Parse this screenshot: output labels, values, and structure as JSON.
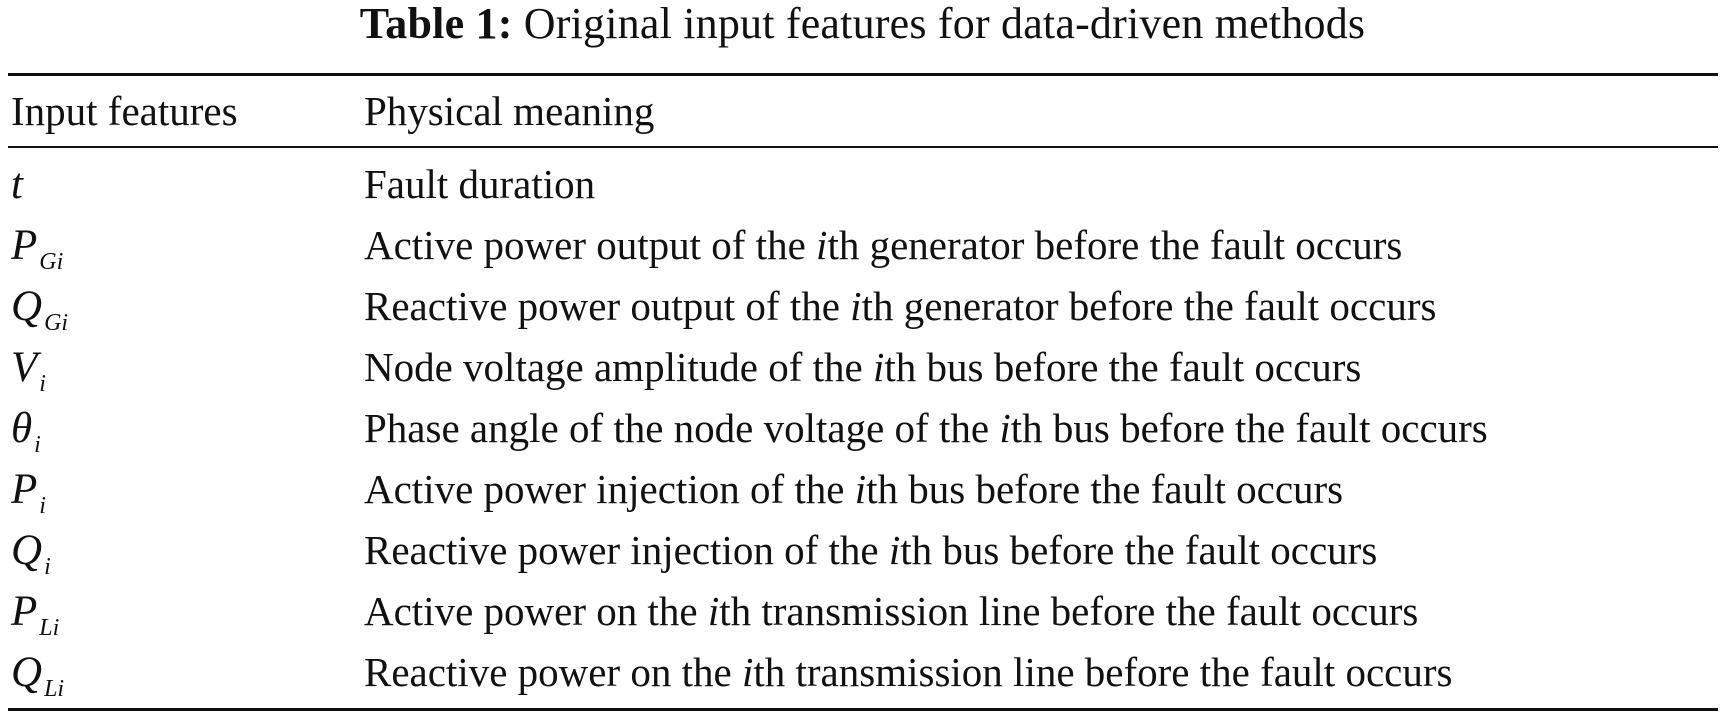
{
  "caption": {
    "label": "Table 1:",
    "text": "Original input features for data-driven methods"
  },
  "table": {
    "headers": [
      "Input features",
      "Physical meaning"
    ],
    "rows": [
      {
        "symbol": "t",
        "subscript": "",
        "meaning_before": "Fault duration",
        "meaning_italic": "",
        "meaning_after": ""
      },
      {
        "symbol": "P",
        "subscript": "Gi",
        "meaning_before": "Active power output of the ",
        "meaning_italic": "i",
        "meaning_after": "th generator before the fault occurs"
      },
      {
        "symbol": "Q",
        "subscript": "Gi",
        "meaning_before": "Reactive power output of the ",
        "meaning_italic": "i",
        "meaning_after": "th generator before the fault occurs"
      },
      {
        "symbol": "V",
        "subscript": "i",
        "meaning_before": "Node voltage amplitude of the ",
        "meaning_italic": "i",
        "meaning_after": "th bus before the fault occurs"
      },
      {
        "symbol": "θ",
        "subscript": "i",
        "meaning_before": "Phase angle of the node voltage of the ",
        "meaning_italic": "i",
        "meaning_after": "th bus before the fault occurs"
      },
      {
        "symbol": "P",
        "subscript": "i",
        "meaning_before": "Active power injection of the ",
        "meaning_italic": "i",
        "meaning_after": "th bus before the fault occurs"
      },
      {
        "symbol": "Q",
        "subscript": "i",
        "meaning_before": "Reactive power injection of the ",
        "meaning_italic": "i",
        "meaning_after": "th bus before the fault occurs"
      },
      {
        "symbol": "P",
        "subscript": "Li",
        "meaning_before": "Active power on the ",
        "meaning_italic": "i",
        "meaning_after": "th transmission line before the fault occurs"
      },
      {
        "symbol": "Q",
        "subscript": "Li",
        "meaning_before": "Reactive power on the ",
        "meaning_italic": "i",
        "meaning_after": "th transmission line before the fault occurs"
      }
    ]
  }
}
